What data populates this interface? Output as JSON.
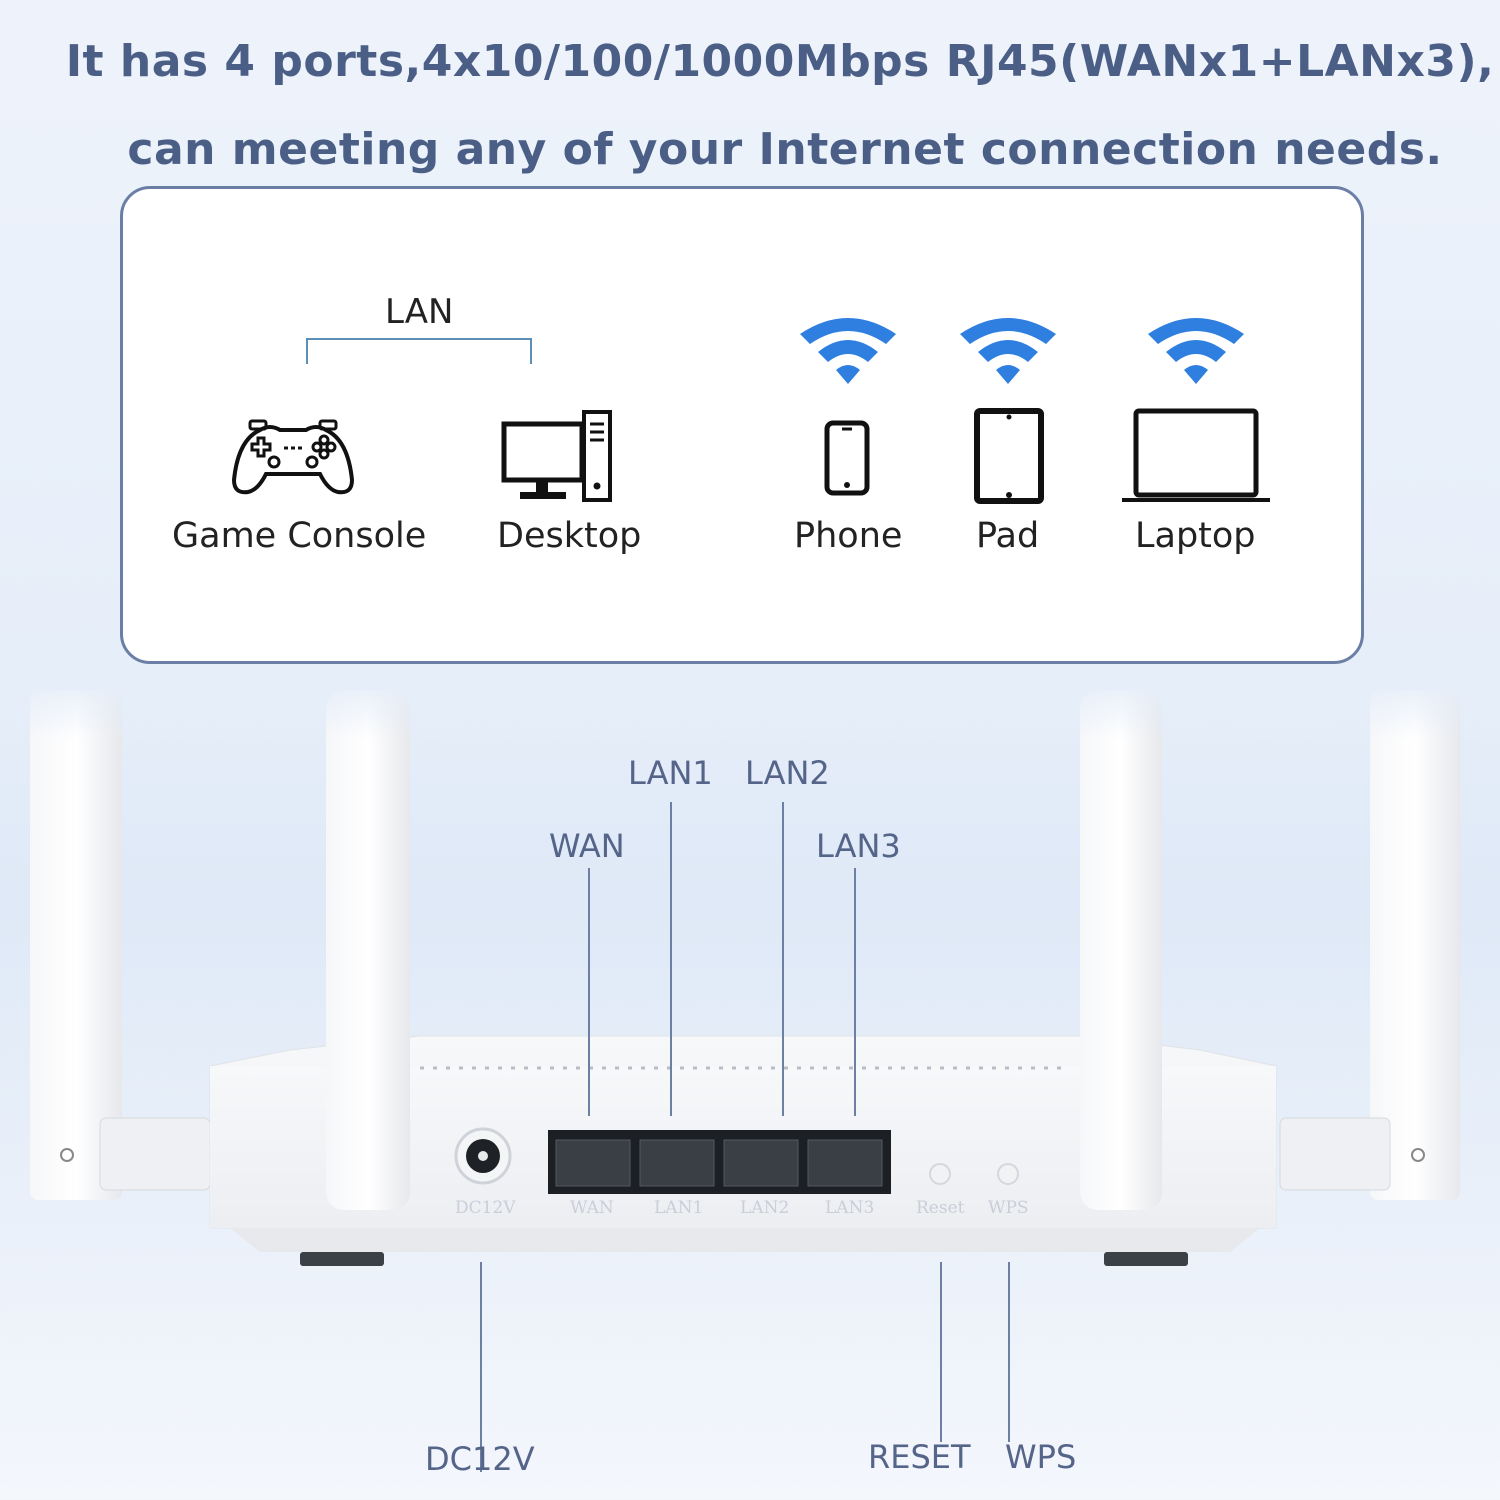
{
  "headline": {
    "line1": "It has 4 ports,4x10/100/1000Mbps RJ45(WANx1+LANx3),",
    "line2": "can meeting any of your Internet connection needs."
  },
  "card": {
    "lan_title": "LAN",
    "devices": [
      {
        "label": "Game Console",
        "icon": "gamepad-icon",
        "connection": "LAN"
      },
      {
        "label": "Desktop",
        "icon": "desktop-icon",
        "connection": "LAN"
      },
      {
        "label": "Phone",
        "icon": "phone-icon",
        "connection": "wifi"
      },
      {
        "label": "Pad",
        "icon": "tablet-icon",
        "connection": "wifi"
      },
      {
        "label": "Laptop",
        "icon": "laptop-icon",
        "connection": "wifi"
      }
    ]
  },
  "router": {
    "callouts": {
      "wan": "WAN",
      "lan1": "LAN1",
      "lan2": "LAN2",
      "lan3": "LAN3",
      "dc": "DC12V",
      "reset": "RESET",
      "wps": "WPS"
    },
    "printed_labels": [
      "DC12V",
      "WAN",
      "LAN1",
      "LAN2",
      "LAN3",
      "Reset",
      "WPS"
    ]
  },
  "colors": {
    "headline": "#4a5e86",
    "wifi": "#2f7fe0",
    "callout": "#55658a",
    "card_border": "#6b7fa6"
  }
}
